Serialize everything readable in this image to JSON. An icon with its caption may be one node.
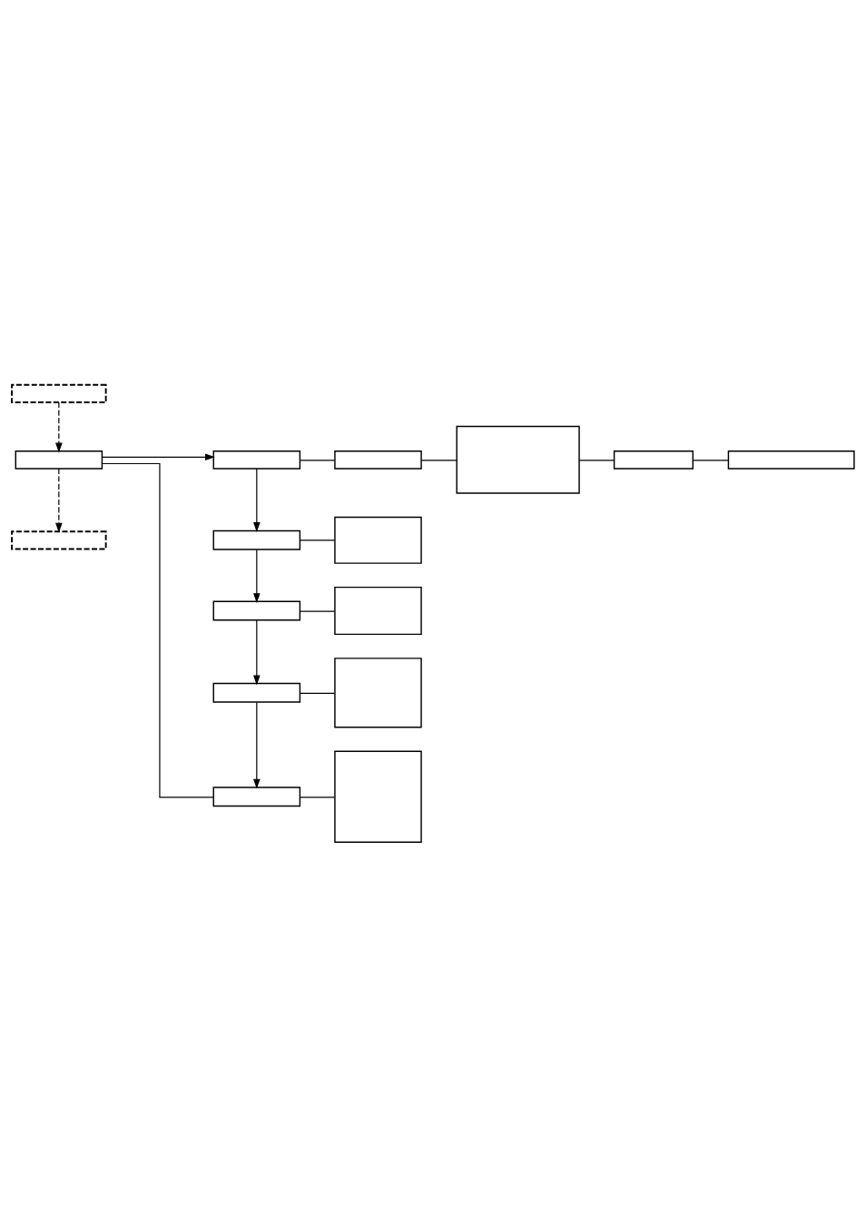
{
  "diagram": {
    "nodes": [
      {
        "text": [],
        "shape": "box"
      },
      {
        "text": [],
        "shape": "box"
      },
      {
        "text": [],
        "shape": "box"
      },
      {
        "text": [],
        "shape": "box"
      },
      {
        "text": [],
        "shape": "box"
      },
      {
        "text": [],
        "shape": "box"
      },
      {
        "text": [],
        "shape": "box"
      },
      {
        "text": [],
        "shape": "box"
      },
      {
        "text": [],
        "shape": "box"
      },
      {
        "text": [],
        "shape": "box"
      },
      {
        "text": [],
        "shape": "box"
      },
      {
        "text": [],
        "shape": "box"
      },
      {
        "text": [],
        "shape": "box"
      },
      {
        "text": [],
        "shape": "box"
      },
      {
        "text": [],
        "shape": "box"
      },
      {
        "text": [],
        "shape": "box"
      }
    ],
    "edges": [
      {
        "from": 0,
        "to": 1,
        "arrow": "to",
        "style": "dashed"
      },
      {
        "from": 1,
        "to": 2,
        "arrow": "to",
        "style": "dashed"
      },
      {
        "from": 1,
        "to": 3,
        "arrow": "to"
      },
      {
        "from": 1,
        "to": 14,
        "arrow": "none"
      },
      {
        "from": 3,
        "to": 4,
        "arrow": "none"
      },
      {
        "from": 4,
        "to": 5,
        "arrow": "none"
      },
      {
        "from": 5,
        "to": 6,
        "arrow": "none"
      },
      {
        "from": 6,
        "to": 7,
        "arrow": "none"
      },
      {
        "from": 3,
        "to": 8,
        "arrow": "to"
      },
      {
        "from": 8,
        "to": 9,
        "arrow": "none"
      },
      {
        "from": 8,
        "to": 10,
        "arrow": "to"
      },
      {
        "from": 10,
        "to": 11,
        "arrow": "none"
      },
      {
        "from": 10,
        "to": 12,
        "arrow": "to"
      },
      {
        "from": 12,
        "to": 13,
        "arrow": "none"
      },
      {
        "from": 12,
        "to": 14,
        "arrow": "to"
      },
      {
        "from": 14,
        "to": 15,
        "arrow": "none"
      }
    ]
  }
}
